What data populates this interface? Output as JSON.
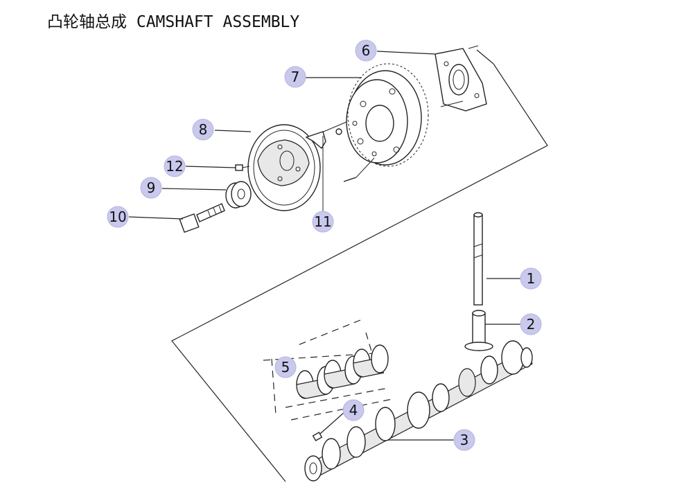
{
  "title": "凸轮轴总成 CAMSHAFT ASSEMBLY",
  "callouts": [
    {
      "id": "1",
      "label": "1"
    },
    {
      "id": "2",
      "label": "2"
    },
    {
      "id": "3",
      "label": "3"
    },
    {
      "id": "4",
      "label": "4"
    },
    {
      "id": "5",
      "label": "5"
    },
    {
      "id": "6",
      "label": "6"
    },
    {
      "id": "7",
      "label": "7"
    },
    {
      "id": "8",
      "label": "8"
    },
    {
      "id": "9",
      "label": "9"
    },
    {
      "id": "10",
      "label": "10"
    },
    {
      "id": "11",
      "label": "11"
    },
    {
      "id": "12",
      "label": "12"
    }
  ],
  "colors": {
    "callout_fill": "#c9c9ee",
    "line": "#222222"
  }
}
